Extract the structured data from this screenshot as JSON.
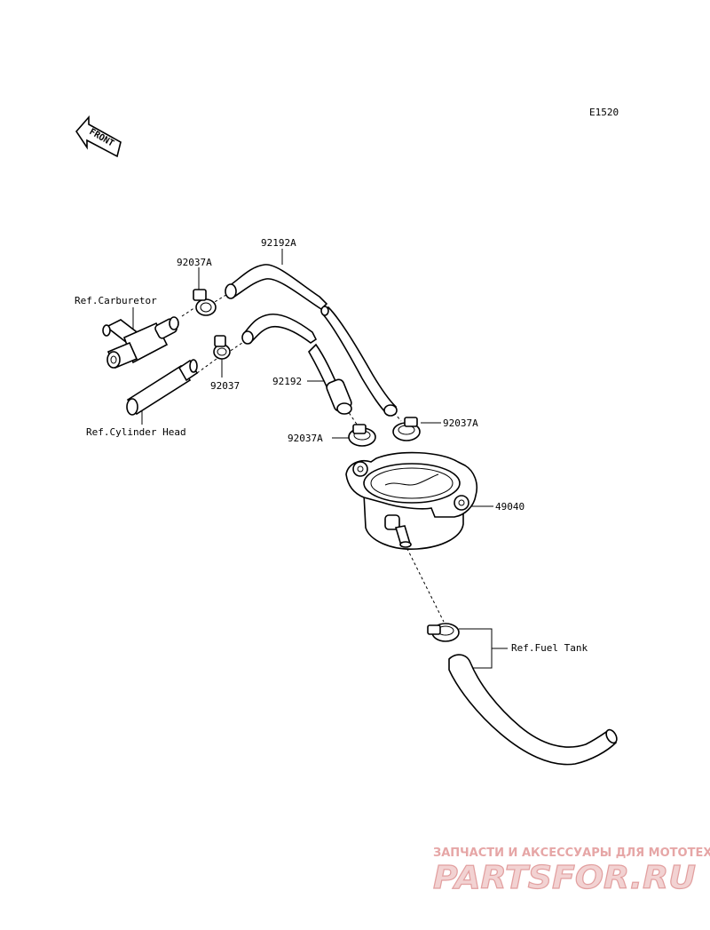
{
  "diagram": {
    "code": "E1520",
    "front_label": "FRONT",
    "labels": {
      "hose_92192A": "92192A",
      "clamp_92037A_upper": "92037A",
      "ref_carburetor": "Ref.Carburetor",
      "clamp_92037": "92037",
      "hose_92192": "92192",
      "ref_cylinder_head": "Ref.Cylinder Head",
      "clamp_92037A_right": "92037A",
      "clamp_92037A_left": "92037A",
      "fuel_pump_49040": "49040",
      "ref_fuel_tank": "Ref.Fuel Tank"
    }
  },
  "watermark": {
    "tagline": "ЗАПЧАСТИ И АКСЕССУАРЫ ДЛЯ МОТОТЕХНИКИ",
    "brand": "PARTSFOR.RU"
  }
}
